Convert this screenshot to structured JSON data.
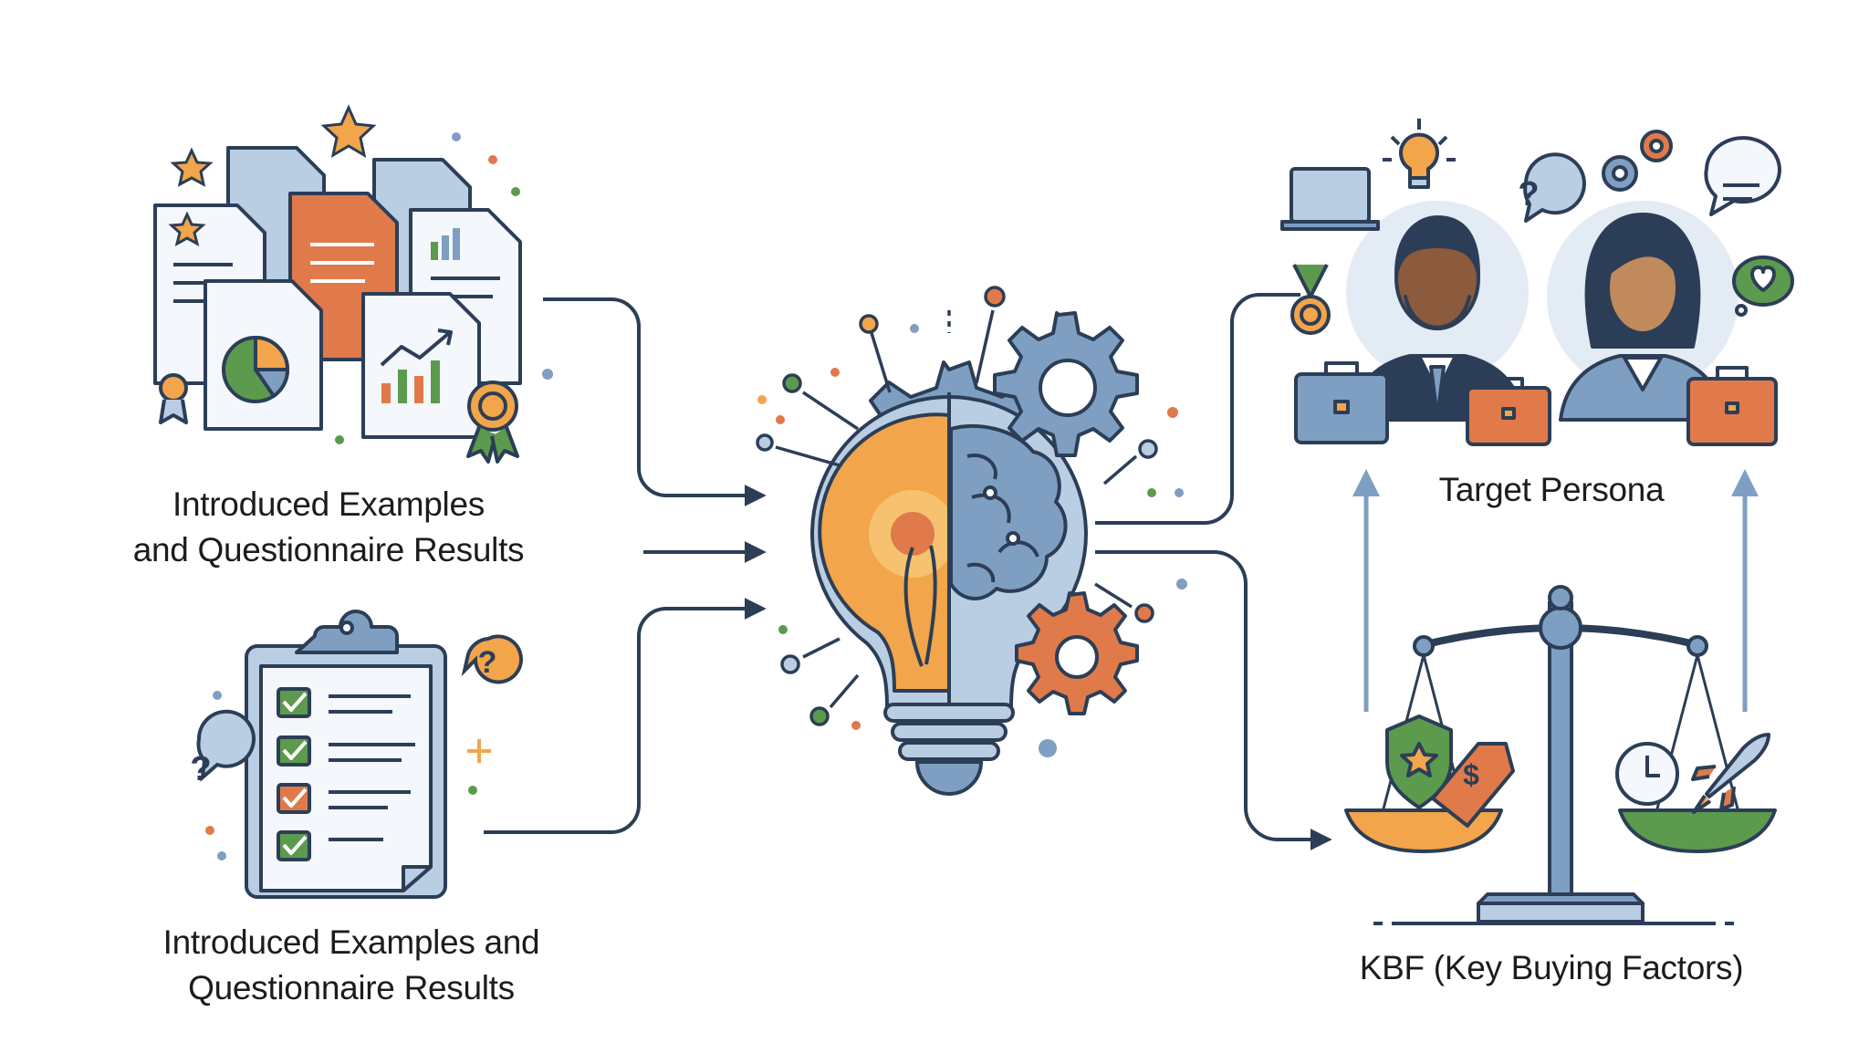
{
  "labels": {
    "documents_line1": "Introduced Examples",
    "documents_line2": "and Questionnaire Results",
    "questionnaire_line1": "Introduced Examples and",
    "questionnaire_line2": "Questionnaire Results",
    "persona": "Target Persona",
    "kbf": "KBF (Key Buying Factors)"
  },
  "icons": {
    "input_top": "document-stack-icon",
    "input_bottom": "clipboard-checklist-icon",
    "center": "lightbulb-brain-gear-icon",
    "output_top": "business-persona-icon",
    "output_bottom": "balance-scale-icon"
  },
  "colors": {
    "outline": "#2c3e57",
    "blue_light": "#b9cde3",
    "blue_mid": "#7f9fc2",
    "orange": "#e07a4a",
    "amber": "#f2a54a",
    "green": "#5c9a4e",
    "connector": "#2c3e57"
  }
}
